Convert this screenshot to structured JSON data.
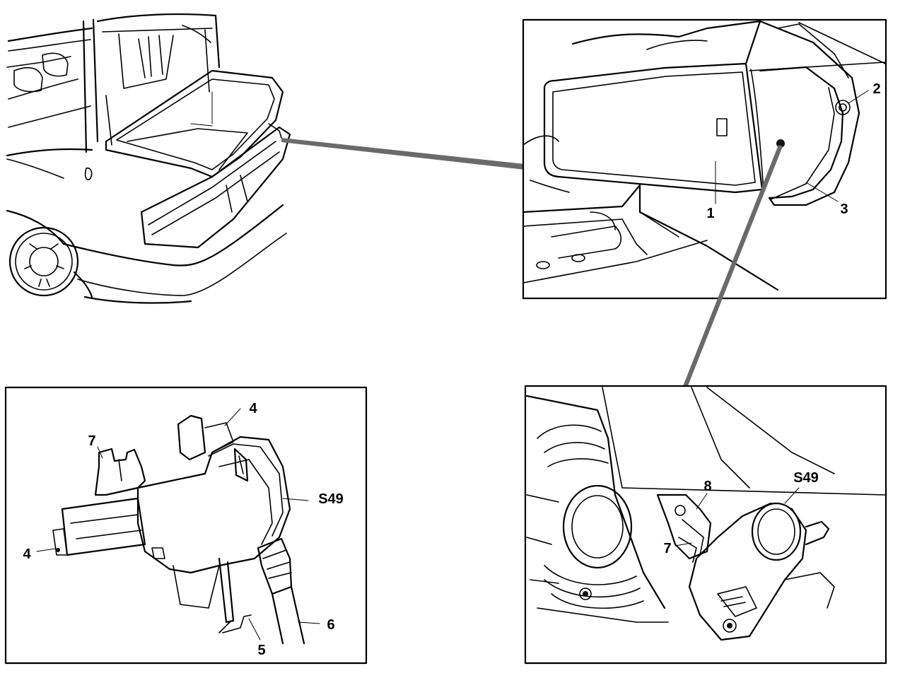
{
  "callouts": {
    "c1": "1",
    "c2": "2",
    "c3": "3",
    "c4a": "4",
    "c4b": "4",
    "c5": "5",
    "c6": "6",
    "c7a": "7",
    "c7b": "7",
    "c8": "8",
    "s49a": "S49",
    "s49b": "S49"
  },
  "colors": {
    "ink": "#000000",
    "paper": "#ffffff",
    "leader": "#6a6a6a"
  }
}
